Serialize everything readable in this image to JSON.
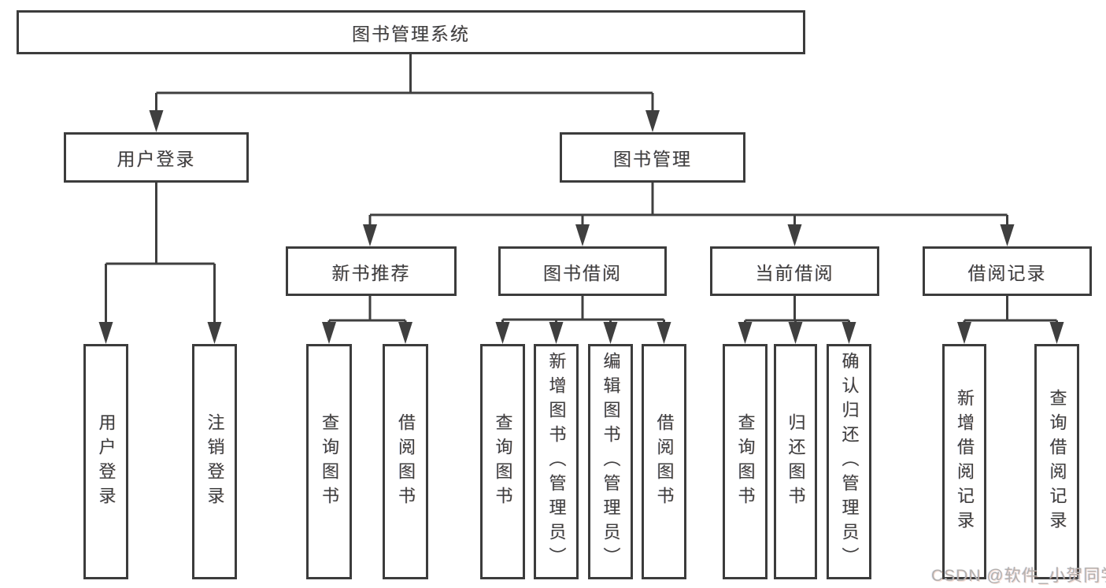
{
  "diagram": {
    "root": {
      "label": "图书管理系统"
    },
    "login": {
      "label": "用户登录",
      "children": [
        {
          "label": "用户登录"
        },
        {
          "label": "注销登录"
        }
      ]
    },
    "management": {
      "label": "图书管理",
      "groups": [
        {
          "label": "新书推荐",
          "children": [
            {
              "label": "查询图书"
            },
            {
              "label": "借阅图书"
            }
          ]
        },
        {
          "label": "图书借阅",
          "children": [
            {
              "label": "查询图书"
            },
            {
              "label": "新增图书（管理员）"
            },
            {
              "label": "编辑图书（管理员）"
            },
            {
              "label": "借阅图书"
            }
          ]
        },
        {
          "label": "当前借阅",
          "children": [
            {
              "label": "查询图书"
            },
            {
              "label": "归还图书"
            },
            {
              "label": "确认归还（管理员）"
            }
          ]
        },
        {
          "label": "借阅记录",
          "children": [
            {
              "label": "新增借阅记录"
            },
            {
              "label": "查询借阅记录"
            }
          ]
        }
      ]
    },
    "watermark": "CSDN @软件_小贺同学",
    "colors": {
      "line": "#3f3f3f",
      "text": "#3f3f3f",
      "watermark": "#b3b0ae"
    }
  }
}
